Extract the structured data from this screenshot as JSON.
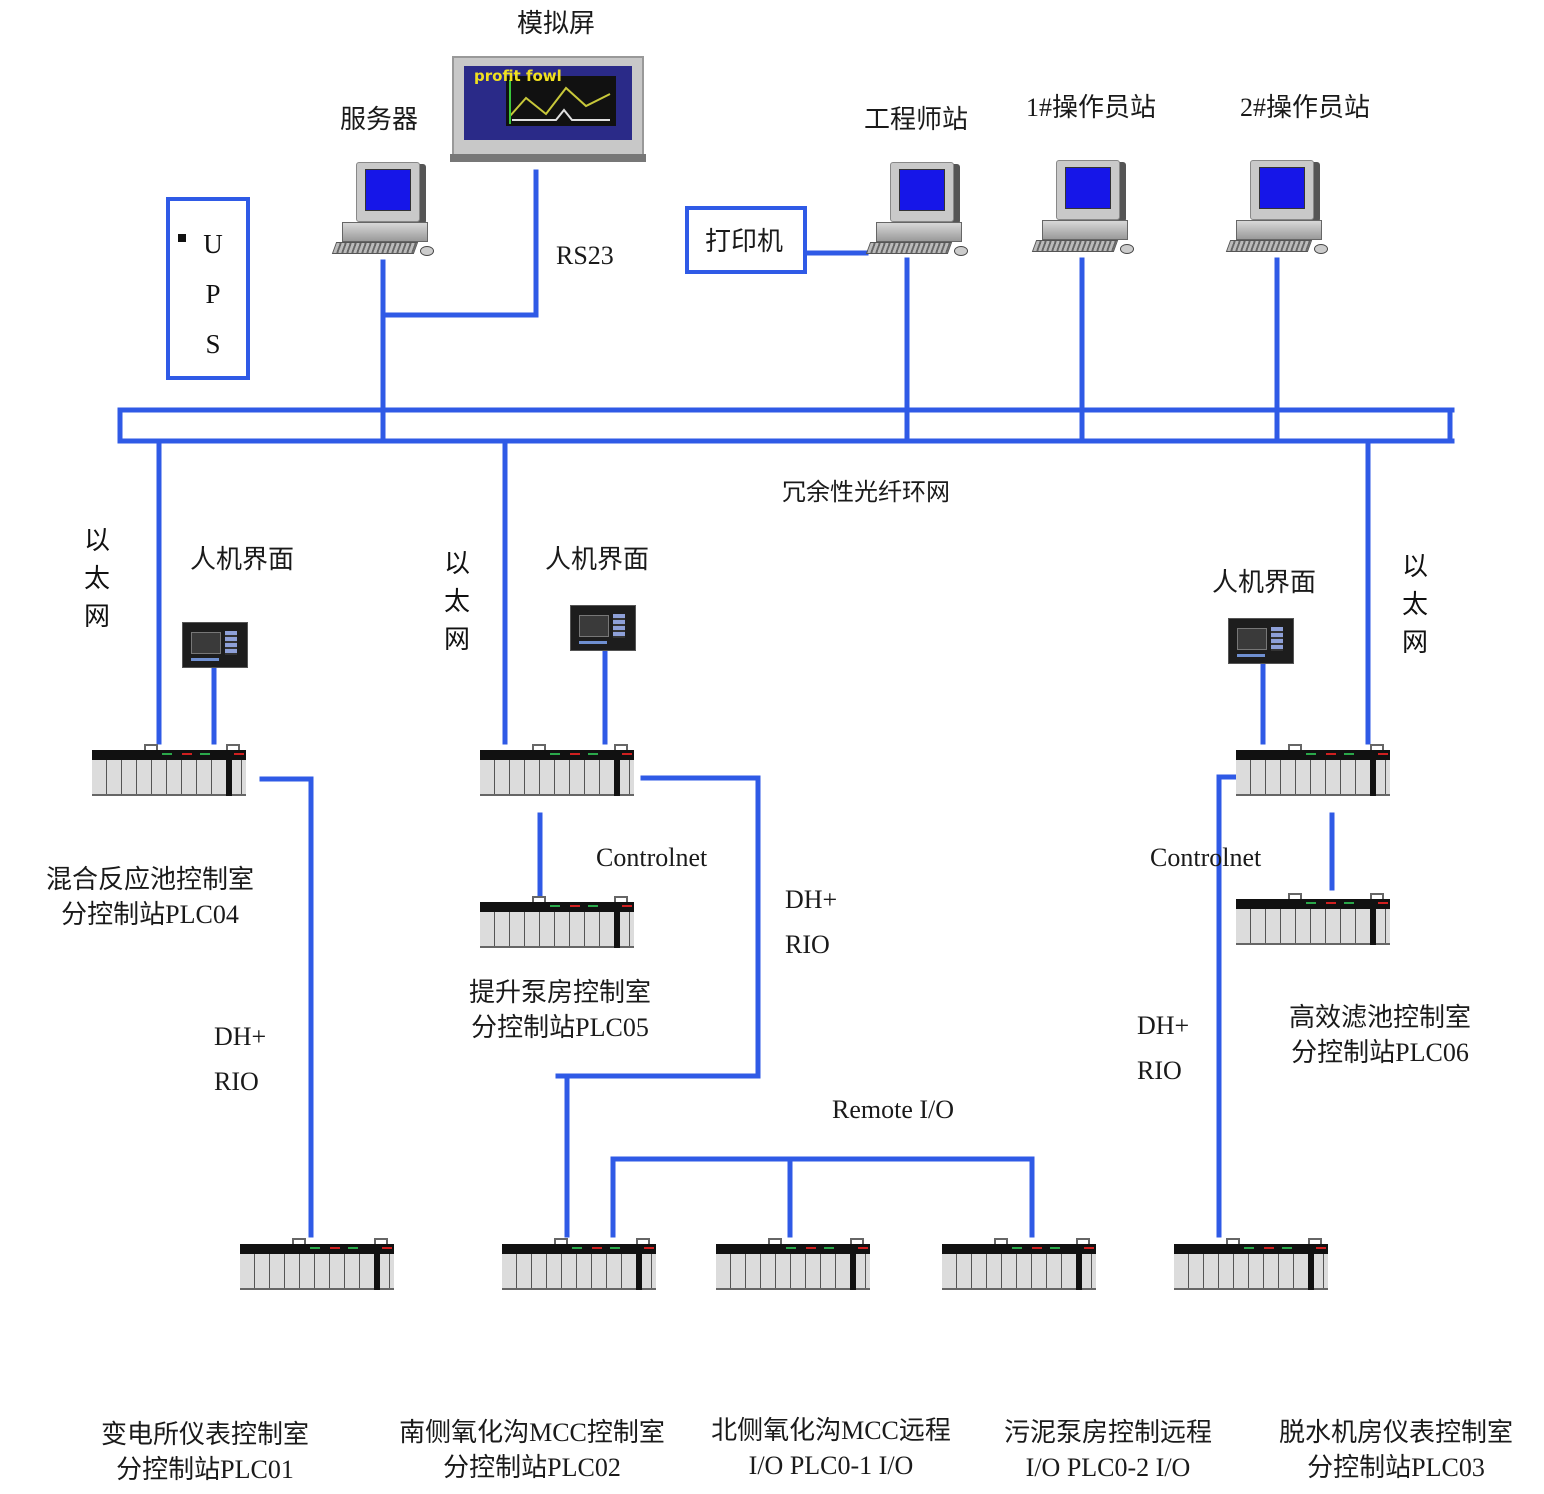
{
  "diagram": {
    "title": "冗余性光纤环网控制系统结构",
    "wire_color": "#2f5ae6",
    "top_devices": {
      "mimic_screen": {
        "label": "模拟屏",
        "logo": "profit fowl"
      },
      "server": {
        "label": "服务器"
      },
      "rs_link": {
        "label": "RS23"
      },
      "ups": {
        "letters": [
          "U",
          "P",
          "S"
        ]
      },
      "printer": {
        "label": "打印机"
      },
      "engineer_station": {
        "label": "工程师站"
      },
      "operator_station_1": {
        "label": "1#操作员站"
      },
      "operator_station_2": {
        "label": "2#操作员站"
      }
    },
    "ring_network": {
      "label": "冗余性光纤环网"
    },
    "ethernet_label": [
      "以",
      "太",
      "网"
    ],
    "hmi_label": "人机界面",
    "controlnet_label": "Controlnet",
    "dh_label": "DH+",
    "rio_label": "RIO",
    "remote_io_label": "Remote I/O",
    "stations": [
      {
        "id": "PLC04",
        "line1": "混合反应池控制室",
        "line2": "分控制站PLC04"
      },
      {
        "id": "PLC05",
        "line1": "提升泵房控制室",
        "line2": "分控制站PLC05"
      },
      {
        "id": "PLC06",
        "line1": "高效滤池控制室",
        "line2": "分控制站PLC06"
      },
      {
        "id": "PLC01",
        "line1": "变电所仪表控制室",
        "line2": "分控制站PLC01"
      },
      {
        "id": "PLC02",
        "line1": "南侧氧化沟MCC控制室",
        "line2": "分控制站PLC02"
      },
      {
        "id": "PLC0-1",
        "line1": "北侧氧化沟MCC远程",
        "line2": "I/O PLC0-1 I/O"
      },
      {
        "id": "PLC0-2",
        "line1": "污泥泵房控制远程",
        "line2": "I/O PLC0-2 I/O"
      },
      {
        "id": "PLC03",
        "line1": "脱水机房仪表控制室",
        "line2": "分控制站PLC03"
      }
    ]
  }
}
